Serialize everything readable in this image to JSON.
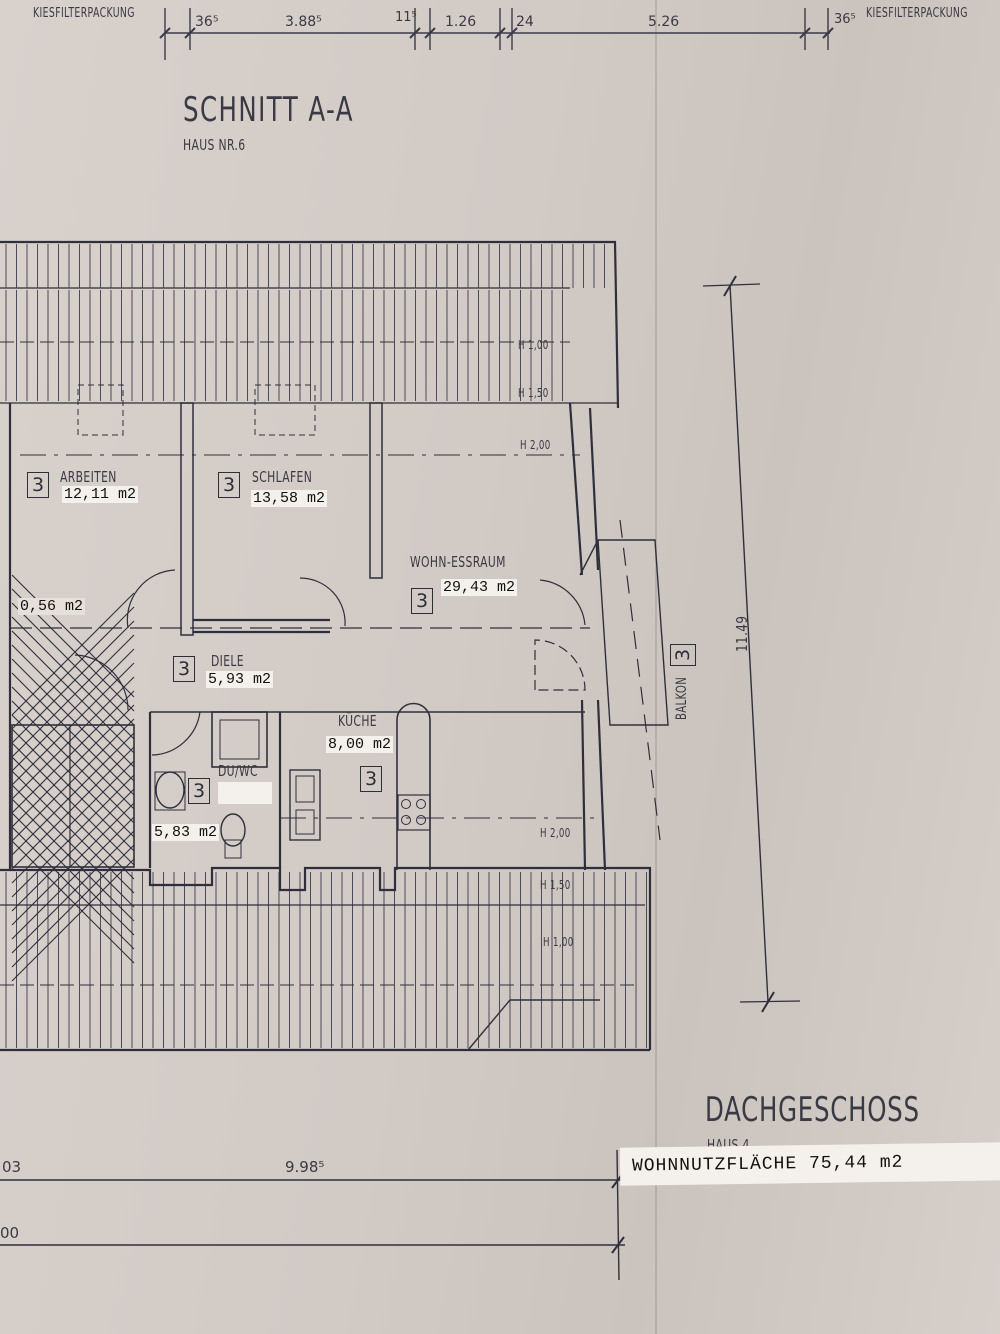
{
  "header": {
    "note_left": "KIESFILTERPACKUNG",
    "note_right": "KIESFILTERPACKUNG",
    "title": "SCHNITT A-A",
    "subtitle": "HAUS NR.6"
  },
  "top_dimensions": [
    "36⁵",
    "3.88⁵",
    "11⁵",
    "1.26",
    "24",
    "5.26",
    "36⁵"
  ],
  "rooms": {
    "arbeiten": {
      "name": "ARBEITEN",
      "area": "12,11 m2",
      "tag": "3"
    },
    "schlafen": {
      "name": "SCHLAFEN",
      "area": "13,58 m2",
      "tag": "3"
    },
    "wohn": {
      "name": "WOHN-ESSRAUM",
      "area": "29,43 m2",
      "tag": "3"
    },
    "abstell": {
      "area": "0,56 m2"
    },
    "diele": {
      "name": "DIELE",
      "area": "5,93 m2",
      "tag": "3"
    },
    "kueche": {
      "name": "KÜCHE",
      "area": "8,00 m2",
      "tag": "3"
    },
    "duwc": {
      "name": "DU/WC",
      "area": "5,83 m2",
      "tag": "3"
    },
    "balkon": {
      "name": "BALKON",
      "tag": "3"
    }
  },
  "height_labels": [
    "H 1,00",
    "H 1,50",
    "H 2,00",
    "H 2,00",
    "H 1,50",
    "H 1,00"
  ],
  "side_dimension": "11.49",
  "footer": {
    "floor": "DACHGESCHOSS",
    "house": "HAUS 4",
    "area_label": "WOHNNUTZFLÄCHE 75,44 m2",
    "dim_left": "03",
    "dim_mid": "9.98⁵",
    "dim_bottom": "00"
  }
}
